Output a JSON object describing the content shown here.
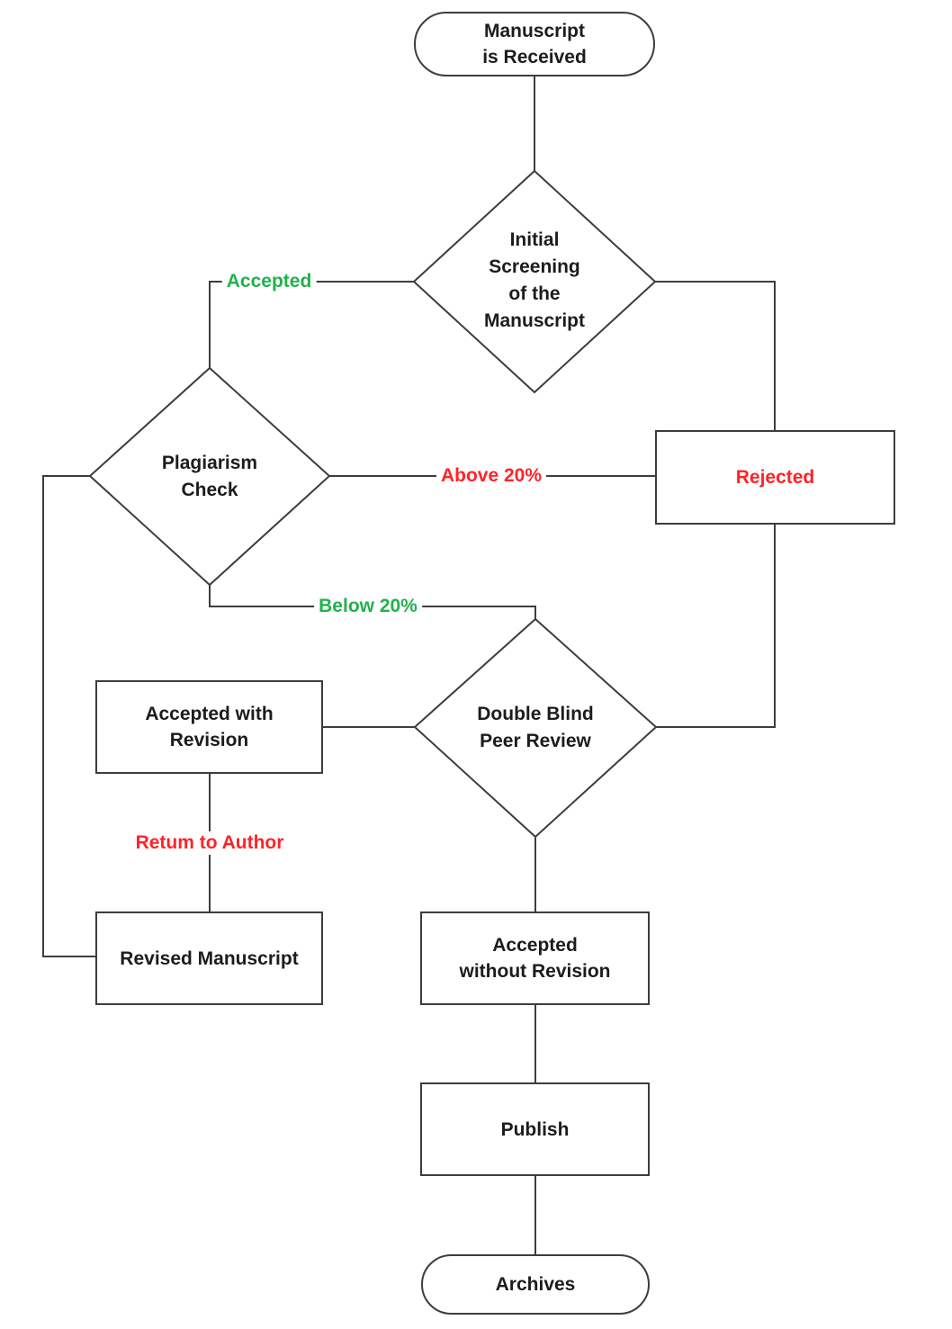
{
  "nodes": {
    "start": {
      "label": "Manuscript\nis Received",
      "type": "terminator"
    },
    "screening": {
      "label": "Initial\nScreening\nof the\nManuscript",
      "type": "decision"
    },
    "plagiarism": {
      "label": "Plagiarism\nCheck",
      "type": "decision"
    },
    "rejected": {
      "label": "Rejected",
      "type": "process",
      "color": "#ff2328"
    },
    "peer_review": {
      "label": "Double Blind\nPeer Review",
      "type": "decision"
    },
    "accepted_with_revision": {
      "label": "Accepted with\nRevision",
      "type": "process"
    },
    "revised_manuscript": {
      "label": "Revised Manuscript",
      "type": "process"
    },
    "accepted_without_revision": {
      "label": "Accepted\nwithout Revision",
      "type": "process"
    },
    "publish": {
      "label": "Publish",
      "type": "process"
    },
    "archives": {
      "label": "Archives",
      "type": "terminator"
    }
  },
  "edge_labels": {
    "accepted": {
      "text": "Accepted",
      "color": "#22b14c"
    },
    "above_20": {
      "text": "Above 20%",
      "color": "#ff2328"
    },
    "below_20": {
      "text": "Below 20%",
      "color": "#22b14c"
    },
    "return_to_author": {
      "text": "Retum to Author",
      "color": "#ff2328"
    }
  },
  "colors": {
    "line": "#3d3d3d",
    "node_text": "#1c1c1c",
    "positive": "#22b14c",
    "negative": "#ff2328"
  }
}
